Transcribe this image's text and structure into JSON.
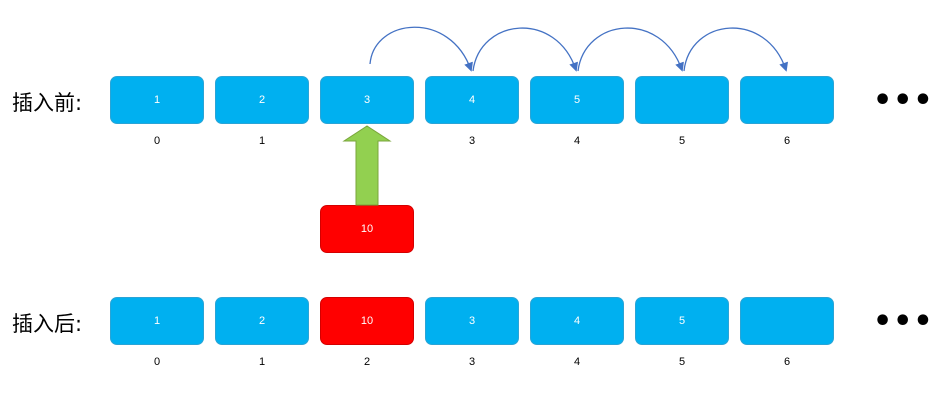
{
  "before": {
    "label": "插入前:",
    "cells": [
      "1",
      "2",
      "3",
      "4",
      "5",
      "",
      ""
    ],
    "indices": [
      "0",
      "1",
      "",
      "3",
      "4",
      "5",
      "6"
    ],
    "ellipsis": "•••"
  },
  "insert_value": "10",
  "after": {
    "label": "插入后:",
    "cells": [
      "1",
      "2",
      "10",
      "3",
      "4",
      "5",
      ""
    ],
    "indices": [
      "0",
      "1",
      "2",
      "3",
      "4",
      "5",
      "6"
    ],
    "ellipsis": "•••"
  },
  "colors": {
    "cell": "#00b0f0",
    "inserted": "#ff0000",
    "insert_arrow": "#92d050",
    "shift_arrow": "#4472c4"
  }
}
